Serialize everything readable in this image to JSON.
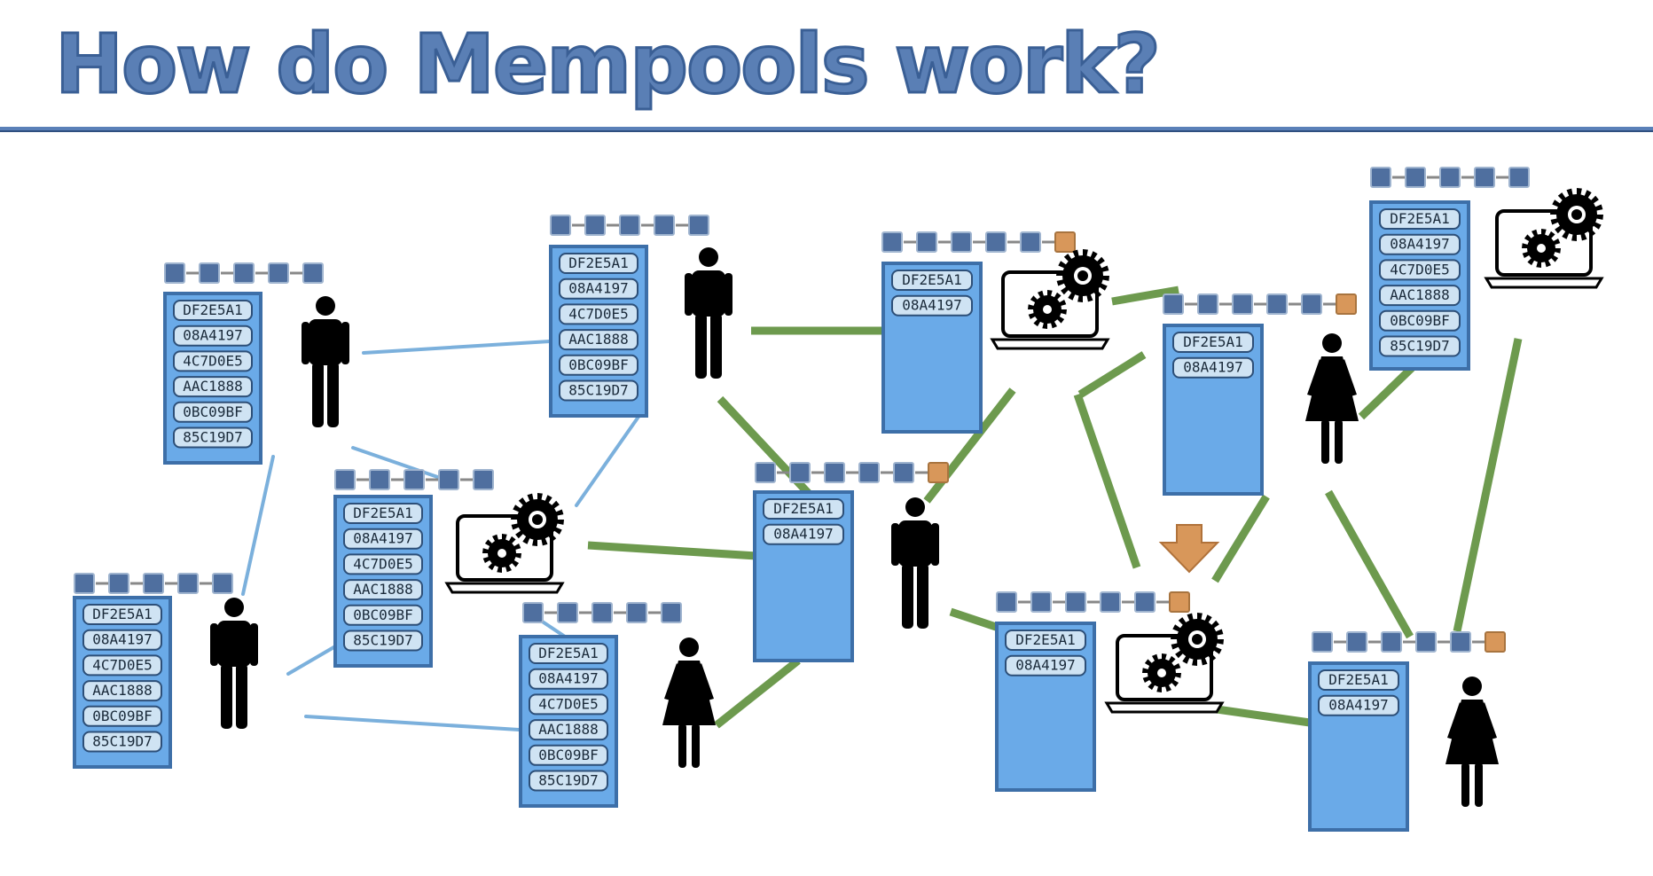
{
  "title": "How do Mempools work?",
  "colors": {
    "title": "#5a7fb5",
    "rule": "#5a80b8",
    "pool_fill": "#6aaae8",
    "pool_stroke": "#3d6fa8",
    "tx_fill": "#cfe3f3",
    "chain_block": "#4f6f9f",
    "new_block": "#d8975a",
    "link_blue": "#7bb0dc",
    "link_green": "#6d9a4e",
    "arrow": "#d8975a"
  },
  "transactions": [
    "DF2E5A1",
    "08A4197",
    "4C7D0E5",
    "AAC1888",
    "0BC09BF",
    "85C19D7"
  ],
  "nodes": [
    {
      "id": "n1",
      "kind": "man",
      "tx_count": 6,
      "new_block": false
    },
    {
      "id": "n2",
      "kind": "man",
      "tx_count": 6,
      "new_block": false
    },
    {
      "id": "n3",
      "kind": "laptop",
      "tx_count": 6,
      "new_block": false
    },
    {
      "id": "n4",
      "kind": "man",
      "tx_count": 6,
      "new_block": false
    },
    {
      "id": "n5",
      "kind": "woman",
      "tx_count": 6,
      "new_block": false
    },
    {
      "id": "n6",
      "kind": "man",
      "tx_count": 2,
      "new_block": true
    },
    {
      "id": "n7",
      "kind": "laptop",
      "tx_count": 2,
      "new_block": true
    },
    {
      "id": "n8",
      "kind": "woman",
      "tx_count": 2,
      "new_block": true
    },
    {
      "id": "n9",
      "kind": "laptop",
      "tx_count": 6,
      "new_block": false
    },
    {
      "id": "n10",
      "kind": "laptop",
      "tx_count": 2,
      "new_block": true
    },
    {
      "id": "n11",
      "kind": "woman",
      "tx_count": 2,
      "new_block": true
    }
  ]
}
